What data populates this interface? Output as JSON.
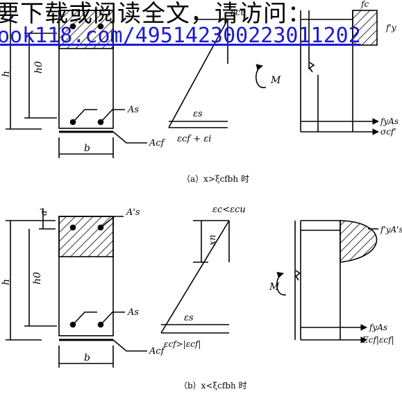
{
  "watermark": {
    "line1": "要下载或阅读全文，请访问：",
    "line2": "ook118.com/495142300223011202"
  },
  "diagram_a": {
    "labels": {
      "h": "h",
      "h0": "h0",
      "As": "As",
      "Acf": "Acf",
      "b": "b",
      "eps_cu": "εcu",
      "eps_s": "εs",
      "eps_bottom": "εcf + εi",
      "fc": "fc",
      "fy_prime": "f'y",
      "M": "M",
      "fyAs": "fyAs",
      "sigma_cf": "σcf'"
    },
    "caption": "（a）x>ξcfbh 时"
  },
  "diagram_b": {
    "labels": {
      "a_prime": "a'",
      "h": "h",
      "h0": "h0",
      "As_prime": "A's",
      "As": "As",
      "Acf": "Acf",
      "b": "b",
      "eps_top": "εc<εcu",
      "xn": "xn",
      "eps_s": "εs",
      "eps_bottom": "εcf>|εcf|",
      "M": "M",
      "fyAs_prime": "f'yA's",
      "fyAs": "fyAs",
      "Ecf": "Ecf|εcf|"
    },
    "caption": "（b）x<ξcfbh 时"
  }
}
